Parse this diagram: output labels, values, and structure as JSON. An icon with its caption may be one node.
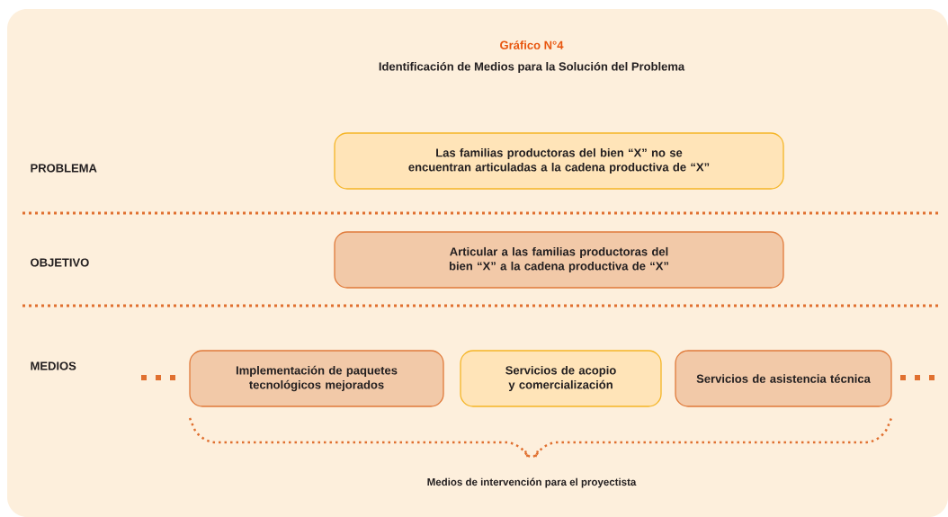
{
  "diagram": {
    "title": "Gráfico N°4",
    "nodes": [
      {
        "text": [
          "Las familias productoras del bien “X” no se encuentran articuladas a la cadena productiva de “X”"
        ]
      },
      {
        "text": [
          "Articular a las familias productoras del bien “X” a la cadena productiva de “X”"
        ]
      },
      {
        "text": [
          "Implementación de paquetes tecnológicos mejorados"
        ]
      },
      {
        "text": [
          "Servicios de acopio y comercialización"
        ]
      },
      {
        "text": [
          "Servicios de asistencia técnica"
        ]
      }
    ],
    "labels": [
      "Identificación de Medios para la Solución del Problema",
      "PROBLEMA",
      "OBJETIVO",
      "MEDIOS",
      "Medios de intervención para el proyectista"
    ]
  }
}
